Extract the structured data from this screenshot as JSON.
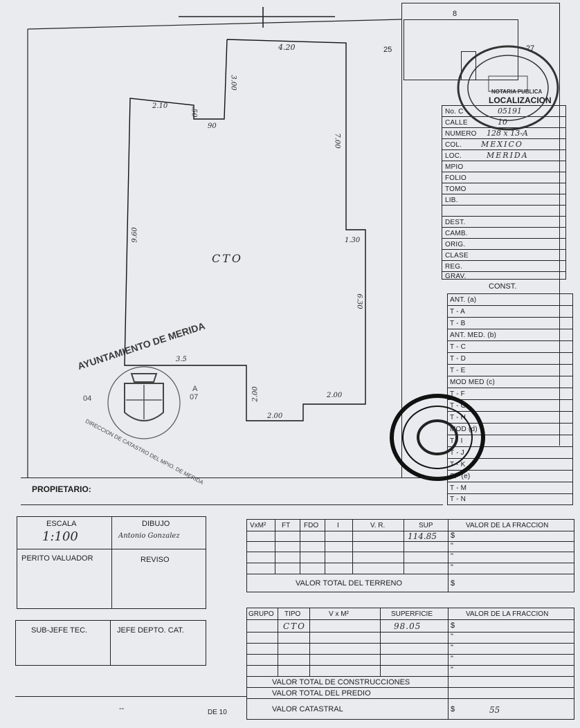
{
  "plan": {
    "dims": {
      "top": "4.20",
      "step_h": "3.00",
      "left_top": "2.10",
      "step_small": ".50",
      "step_90": "90",
      "right_upper": "7.00",
      "right_step": "1.30",
      "left_side": "9.60",
      "right_lower": "6.30",
      "bottom_step_v": "2.00",
      "bottom_right": "2.00",
      "bottom": "2.00",
      "corner": "3.5"
    },
    "room_label": "CTO"
  },
  "localizacion": {
    "title": "LOCALIZACION",
    "box_numbers": {
      "top": "8",
      "left": "25",
      "right": "27"
    },
    "fields": [
      {
        "label": "No. C",
        "value": "05191"
      },
      {
        "label": "CALLE",
        "value": "10"
      },
      {
        "label": "NUMERO",
        "value": "128 x 13-A"
      },
      {
        "label": "COL.",
        "value": "MEXICO"
      },
      {
        "label": "LOC.",
        "value": "MERIDA"
      },
      {
        "label": "MPIO",
        "value": ""
      },
      {
        "label": "FOLIO",
        "value": ""
      },
      {
        "label": "TOMO",
        "value": ""
      },
      {
        "label": "LIB.",
        "value": ""
      },
      {
        "label": "",
        "value": ""
      },
      {
        "label": "DEST.",
        "value": ""
      },
      {
        "label": "CAMB.",
        "value": ""
      },
      {
        "label": "ORIG.",
        "value": ""
      },
      {
        "label": "CLASE",
        "value": ""
      },
      {
        "label": "REG.",
        "value": ""
      },
      {
        "label": "GRAV.",
        "value": ""
      }
    ],
    "const_title": "CONST.",
    "const_rows": [
      "ANT. (a)",
      "T - A",
      "T - B",
      "ANT. MED. (b)",
      "T - C",
      "T - D",
      "T - E",
      "MOD MED (c)",
      "T - F",
      "T - G",
      "T - H",
      "MOD (d)",
      "T - I",
      "T - J",
      "T - K",
      "SP (e)",
      "T - M",
      "T - N"
    ]
  },
  "stamps": {
    "ayuntamiento_top": "AYUNTAMIENTO DE MERIDA",
    "ayuntamiento_bottom": "DIRECCION DE CATASTRO DEL MPIO. DE MERIDA",
    "code_left": "04",
    "code_right_a": "A",
    "code_right_b": "07",
    "notaria_text": "NOTARIA PUBLICA"
  },
  "propietario_label": "PROPIETARIO:",
  "escala": {
    "label": "ESCALA",
    "value": "1:100"
  },
  "dibujo": {
    "label": "DIBUJO",
    "value": "Antonio Gonzalez"
  },
  "perito_label": "PERITO VALUADOR",
  "reviso_label": "REVISO",
  "subjefe_label": "SUB-JEFE TEC.",
  "jefe_label": "JEFE DEPTO. CAT.",
  "terreno": {
    "headers": [
      "VxM²",
      "FT",
      "FDO",
      "I",
      "V. R.",
      "SUP",
      "VALOR DE LA FRACCION"
    ],
    "sup_value": "114.85",
    "dollar_sign": "$",
    "quote_marks": [
      "\"",
      "\"",
      "\""
    ],
    "total_label": "VALOR TOTAL DEL TERRENO",
    "total_dollar": "$"
  },
  "construccion": {
    "headers": [
      "GRUPO",
      "TIPO",
      "V x M²",
      "SUPERFICIE",
      "VALOR DE LA FRACCION"
    ],
    "tipo_value": "CTO",
    "superficie_value": "98.05",
    "dollar_sign": "$",
    "quote_marks": [
      "\"",
      "\"",
      "\"",
      "\""
    ],
    "total_const_label": "VALOR TOTAL DE CONSTRUCCIONES",
    "total_predio_label": "VALOR TOTAL DEL PREDIO",
    "catastral_label": "VALOR CATASTRAL",
    "catastral_dollar": "$",
    "catastral_value": "55"
  },
  "footer": {
    "left_mark": "--",
    "right_mark": "DE 10"
  }
}
